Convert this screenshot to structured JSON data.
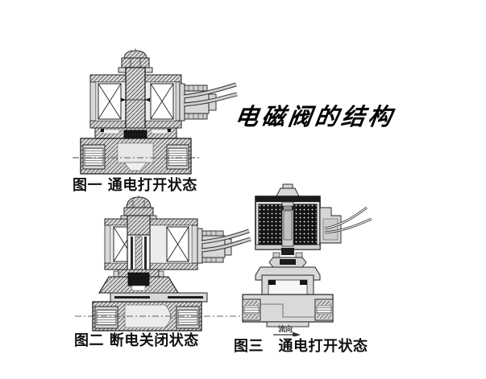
{
  "page": {
    "title": "电磁阀的结构",
    "background_color": "#ffffff"
  },
  "figures": [
    {
      "caption": "图一 通电打开状态"
    },
    {
      "caption": "图二 断电关闭状态"
    },
    {
      "caption": "图三　通电打开状态",
      "flow_label": "流向"
    }
  ],
  "colors": {
    "line": "#222222",
    "metal_fill": "#d8d8d8",
    "hatch_line": "#4a4a4a",
    "coil_dark": "#161616",
    "seal_black": "#171717",
    "wire_light": "#d0d0d0",
    "wire_dark": "#2e2e2e",
    "text": "#000000",
    "background": "#ffffff"
  }
}
